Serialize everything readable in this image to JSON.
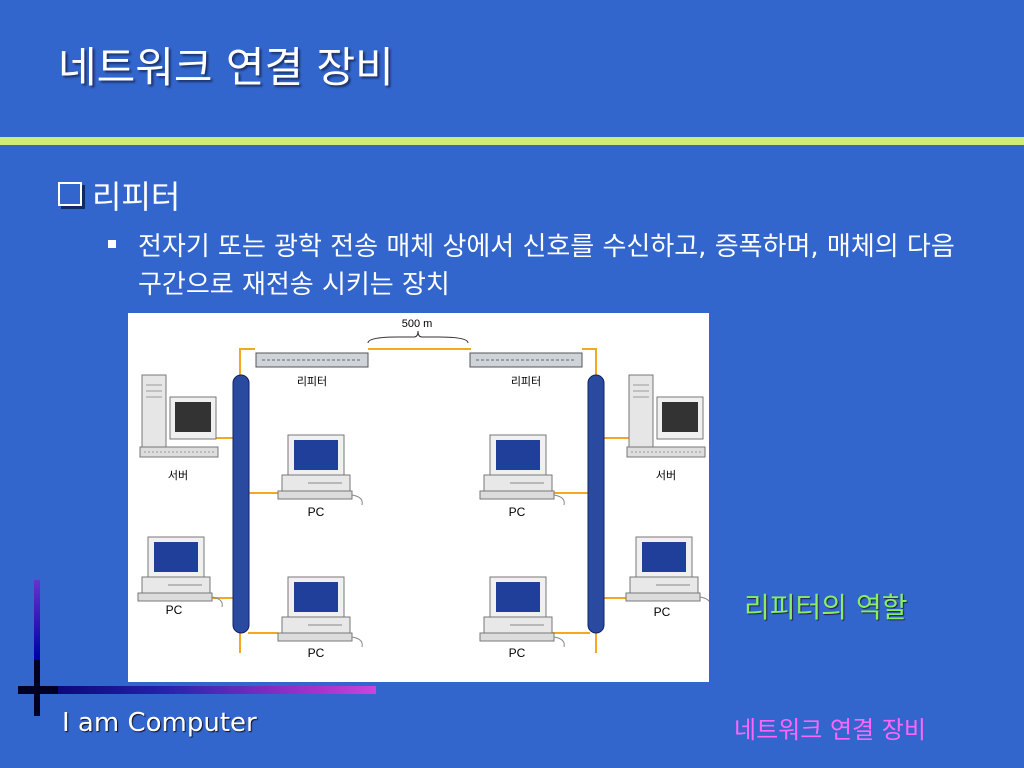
{
  "slide": {
    "title": "네트워크 연결 장비",
    "bullet": "리피터",
    "sub_bullet": "전자기 또는 광학 전송 매체 상에서 신호를 수신하고, 증폭하며, 매체의 다음 구간으로 재전송 시키는 장치",
    "caption": "리피터의 역할",
    "footer_left": "I am Computer",
    "footer_right": "네트워크 연결 장비"
  },
  "diagram": {
    "distance_label": "500 m",
    "repeater_left": "리피터",
    "repeater_right": "리피터",
    "server_left": "서버",
    "server_right": "서버",
    "pc_left_bottom": "PC",
    "pc_inner_left_top": "PC",
    "pc_inner_left_bottom": "PC",
    "pc_inner_right_top": "PC",
    "pc_inner_right_bottom": "PC",
    "pc_right_bottom": "PC"
  },
  "colors": {
    "background": "#3366cc",
    "rule": "#ccee77",
    "caption": "#88ee66",
    "footer_right": "#ff66ff",
    "cable": "#f5a623",
    "backbone": "#2a4aa0",
    "screen": "#1f3f9a"
  }
}
